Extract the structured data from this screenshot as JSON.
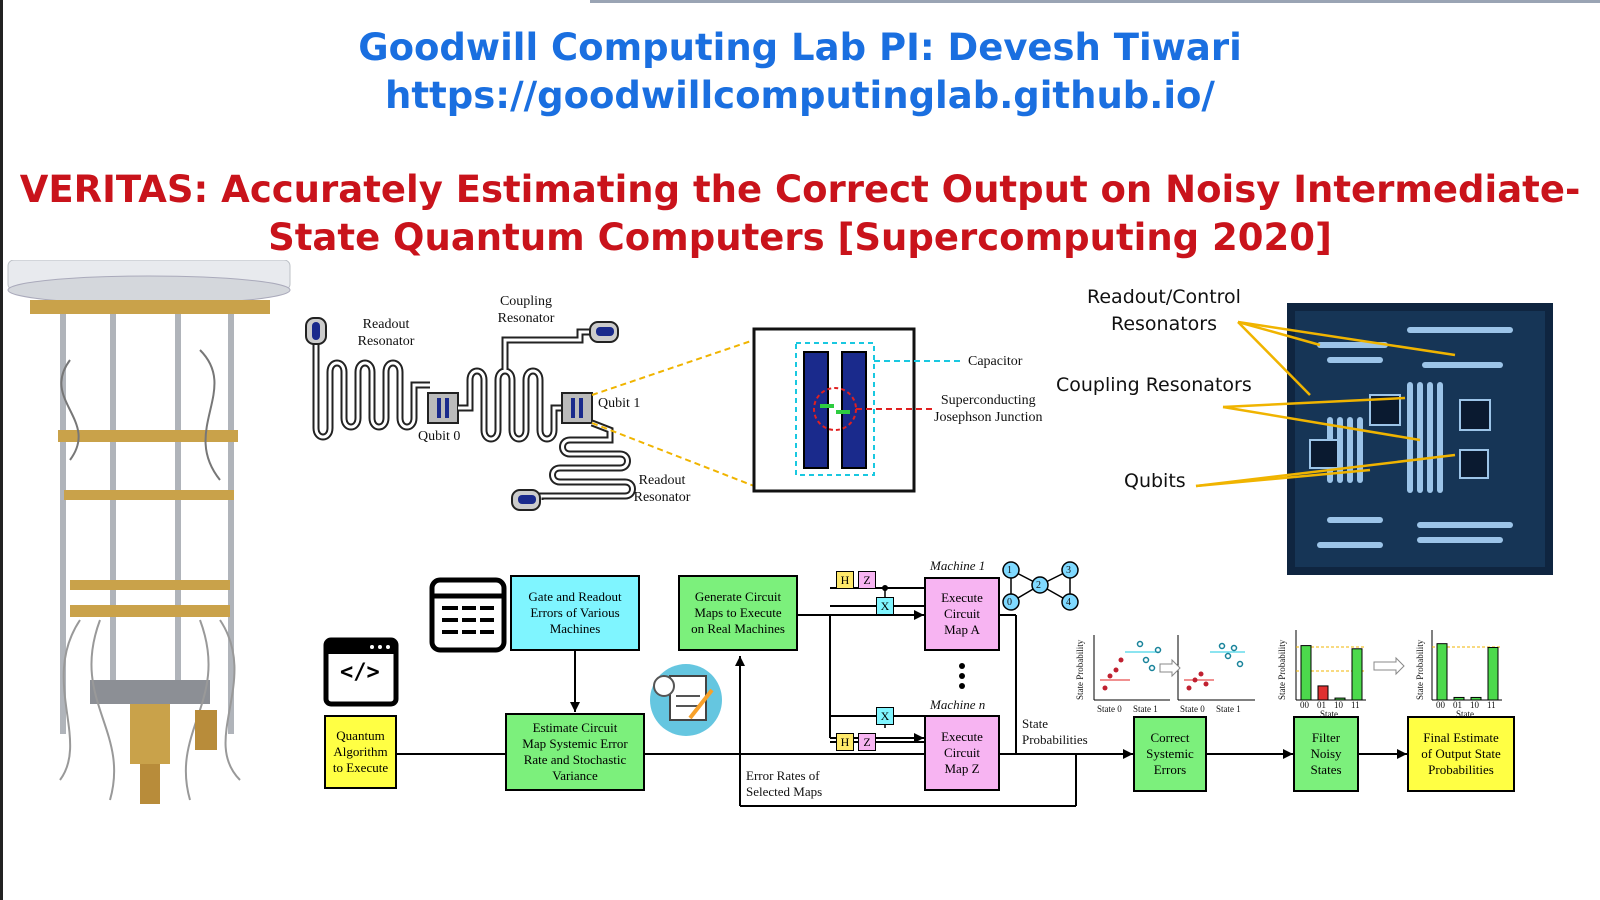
{
  "header": {
    "lab_line": "Goodwill Computing Lab PI: Devesh Tiwari",
    "url_line": "https://goodwillcomputinglab.github.io/",
    "paper_line1": "VERITAS: Accurately Estimating the Correct Output on Noisy Intermediate-",
    "paper_line2": "State Quantum Computers [Supercomputing 2020]"
  },
  "circuit_diagram": {
    "coupling_resonator": [
      "Coupling",
      "Resonator"
    ],
    "readout_resonator_top": [
      "Readout",
      "Resonator"
    ],
    "qubit0": "Qubit 0",
    "qubit1": "Qubit 1",
    "readout_resonator_bottom": [
      "Readout",
      "Resonator"
    ],
    "capacitor": "Capacitor",
    "junction": [
      "Superconducting",
      "Josephson Junction"
    ]
  },
  "chip_labels": {
    "readout_control": [
      "Readout/Control",
      "Resonators"
    ],
    "coupling": "Coupling Resonators",
    "qubits": "Qubits"
  },
  "pipeline": {
    "quantum_algorithm": [
      "Quantum",
      "Algorithm",
      "to Execute"
    ],
    "gate_errors": [
      "Gate and Readout",
      "Errors of Various",
      "Machines"
    ],
    "estimate": [
      "Estimate Circuit",
      "Map Systemic Error",
      "Rate and Stochastic",
      "Variance"
    ],
    "generate": [
      "Generate Circuit",
      "Maps to Execute",
      "on Real Machines"
    ],
    "machine1": "Machine 1",
    "machinen": "Machine n",
    "execute_a": [
      "Execute",
      "Circuit",
      "Map A"
    ],
    "execute_z": [
      "Execute",
      "Circuit",
      "Map Z"
    ],
    "error_rates": [
      "Error Rates of",
      "Selected Maps"
    ],
    "state_prob": [
      "State",
      "Probabilities"
    ],
    "correct": [
      "Correct",
      "Systemic",
      "Errors"
    ],
    "filter": [
      "Filter",
      "Noisy",
      "States"
    ],
    "final": [
      "Final Estimate",
      "of Output State",
      "Probabilities"
    ],
    "gate_h": "H",
    "gate_z": "Z",
    "gate_x": "X",
    "code_icon": "</>",
    "graph_nodes": [
      "0",
      "1",
      "2",
      "3",
      "4"
    ]
  },
  "mini_charts": {
    "ylabel": "State Probability",
    "state0": "State 0",
    "state1": "State 1",
    "xlabel": "State",
    "ticks": [
      "00",
      "01",
      "10",
      "11"
    ],
    "filter_values": [
      0.85,
      0.22,
      0.03,
      0.8
    ],
    "final_values": [
      0.88,
      0.04,
      0.04,
      0.82
    ]
  },
  "colors": {
    "blue_title": "#1a6fe0",
    "red_title": "#c9131b",
    "yellow_box": "#ffff44",
    "cyan_box": "#7ff5ff",
    "green_box": "#7cf07c",
    "pink_box": "#f7b4f2",
    "arrow_orange": "#f0b400"
  }
}
